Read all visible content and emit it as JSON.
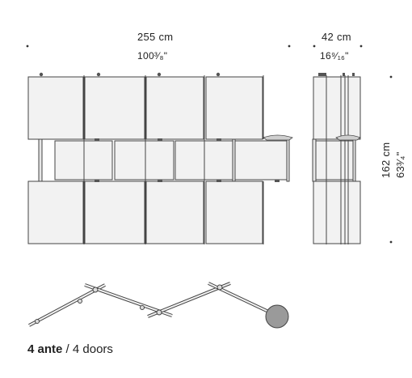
{
  "dimensions": {
    "width_cm": "255 cm",
    "width_in": "100³⁄₈\"",
    "depth_cm": "42 cm",
    "depth_in": "16⁹⁄₁₆\"",
    "height_cm": "162 cm",
    "height_in": "63³⁄₄\""
  },
  "caption": {
    "bold": "4 ante",
    "sep": " / ",
    "rest": "4 doors"
  },
  "colors": {
    "panel_fill": "#f2f2f2",
    "stroke": "#444444",
    "knob": "#9a9a9a"
  }
}
